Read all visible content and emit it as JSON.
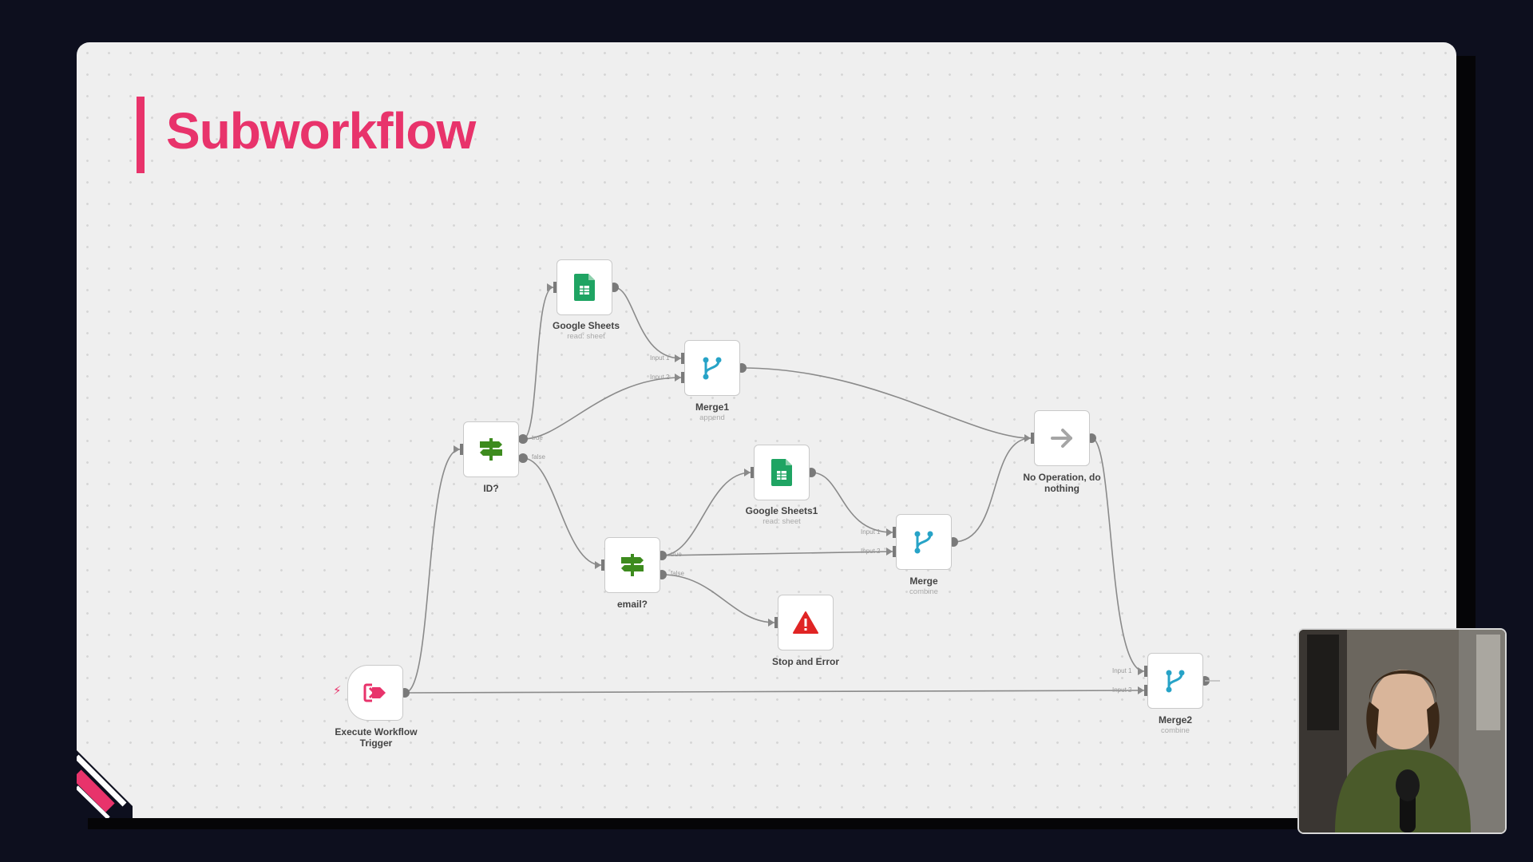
{
  "slide": {
    "title": "Subworkflow"
  },
  "nodes": {
    "google_sheets": {
      "name": "Google Sheets",
      "sub": "read: sheet"
    },
    "merge1": {
      "name": "Merge1",
      "sub": "append"
    },
    "id_check": {
      "name": "ID?"
    },
    "no_op": {
      "name": "No Operation, do nothing"
    },
    "google_sheets1": {
      "name": "Google Sheets1",
      "sub": "read: sheet"
    },
    "merge": {
      "name": "Merge",
      "sub": "combine"
    },
    "email_check": {
      "name": "email?"
    },
    "stop_error": {
      "name": "Stop and Error"
    },
    "trigger": {
      "name": "Execute Workflow Trigger"
    },
    "merge2": {
      "name": "Merge2",
      "sub": "combine"
    }
  },
  "port_labels": {
    "true": "true",
    "false": "false",
    "input1": "Input 1",
    "input2": "Input 2"
  },
  "colors": {
    "accent": "#e8336b",
    "sheets_green": "#1fa463",
    "merge_teal": "#27a3c7",
    "if_green": "#3d8b1e",
    "error_red": "#e02424",
    "edge": "#8a8a8a",
    "port": "#7a7a7a"
  },
  "icons": {
    "sheets": "google-sheets-icon",
    "merge": "merge-icon",
    "if": "signpost-icon",
    "noop": "arrow-right-icon",
    "error": "warning-icon",
    "trigger": "execute-trigger-icon"
  }
}
